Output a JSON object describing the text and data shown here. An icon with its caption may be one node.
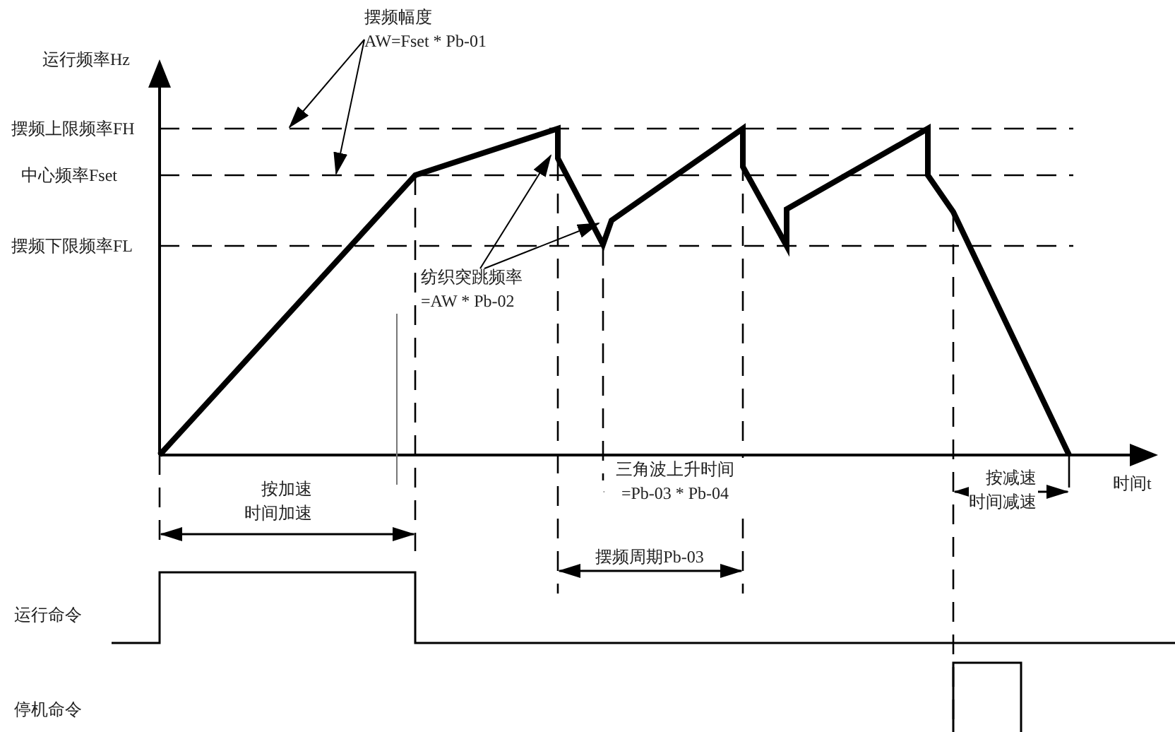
{
  "diagram": {
    "nodes": [
      {
        "text": [
          "摆频幅度",
          "AW=Fset * Pb-01"
        ]
      },
      {
        "text": [
          "纺织突跳频率",
          "=AW * Pb-02"
        ]
      }
    ],
    "edges": [
      {
        "from": 0,
        "to": null,
        "arrow": "to"
      },
      {
        "from": 0,
        "to": null,
        "arrow": "to"
      },
      {
        "from": 1,
        "to": null,
        "arrow": "to"
      },
      {
        "from": 1,
        "to": null,
        "arrow": "to"
      }
    ],
    "labels": [
      "运行频率Hz",
      "摆频上限频率FH",
      "中心频率Fset",
      "摆频下限频率FL",
      "时间t",
      "按加速时间加速",
      "三角波上升时间 =Pb-03 * Pb-04",
      "按减速时间减速",
      "摆频周期Pb-03",
      "运行命令",
      "停机命令"
    ]
  }
}
